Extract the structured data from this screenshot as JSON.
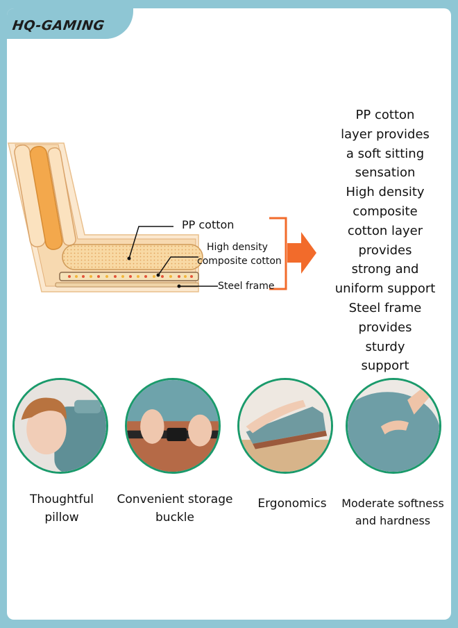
{
  "brand": "HQ-GAMING",
  "diagram": {
    "labels": {
      "pp_cotton": "PP cotton",
      "high_density_1": "High density",
      "high_density_2": "composite cotton",
      "steel_frame": "Steel frame"
    }
  },
  "description_lines": [
    "PP cotton",
    "layer provides",
    "a soft sitting",
    "sensation",
    "High density",
    "composite",
    "cotton layer",
    "provides",
    "strong and",
    "uniform support",
    "Steel frame",
    "provides",
    "sturdy",
    "support"
  ],
  "features": [
    {
      "line1": "Thoughtful",
      "line2": "pillow"
    },
    {
      "line1": "Convenient storage",
      "line2": "buckle"
    },
    {
      "line1": "Ergonomics",
      "line2": ""
    },
    {
      "line1": "Moderate softness",
      "line2": "and hardness"
    }
  ],
  "colors": {
    "border": "#8ec6d4",
    "circle_ring": "#1a9a6b",
    "arrow": "#f26b2b",
    "cushion": "#f6c67e"
  }
}
